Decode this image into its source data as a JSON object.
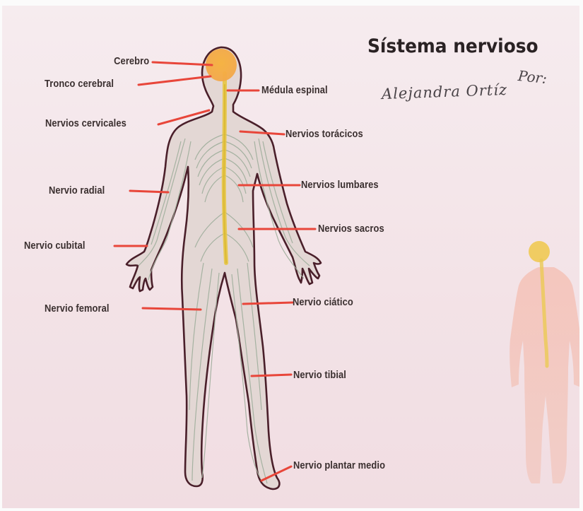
{
  "title": "Sístema nervioso",
  "author": {
    "line1": "Por:",
    "line2": "Alejandra Ortíz"
  },
  "labels": {
    "cerebro": "Cerebro",
    "tronco_cerebral": "Tronco cerebral",
    "medula_espinal": "Médula espinal",
    "nervios_cervicales": "Nervios cervicales",
    "nervios_toracicos": "Nervios torácicos",
    "nervio_radial": "Nervio radial",
    "nervios_lumbares": "Nervios lumbares",
    "nervios_sacros": "Nervios sacros",
    "nervio_cubital": "Nervio cubital",
    "nervio_femoral": "Nervio femoral",
    "nervio_ciatico": "Nervio ciático",
    "nervio_tibial": "Nervio tibial",
    "nervio_plantar_medio": "Nervio plantar medio"
  },
  "colors": {
    "paper": "#f4e6ea",
    "leader_line": "#e8463a",
    "body_outline": "#4a1f2a",
    "body_fill": "#e2d6d3",
    "nerve_yellow": "#e7c23a",
    "brain_orange": "#f2a93a",
    "nerve_gray": "#9aa79a",
    "ghost_body": "#f3b7a8"
  }
}
